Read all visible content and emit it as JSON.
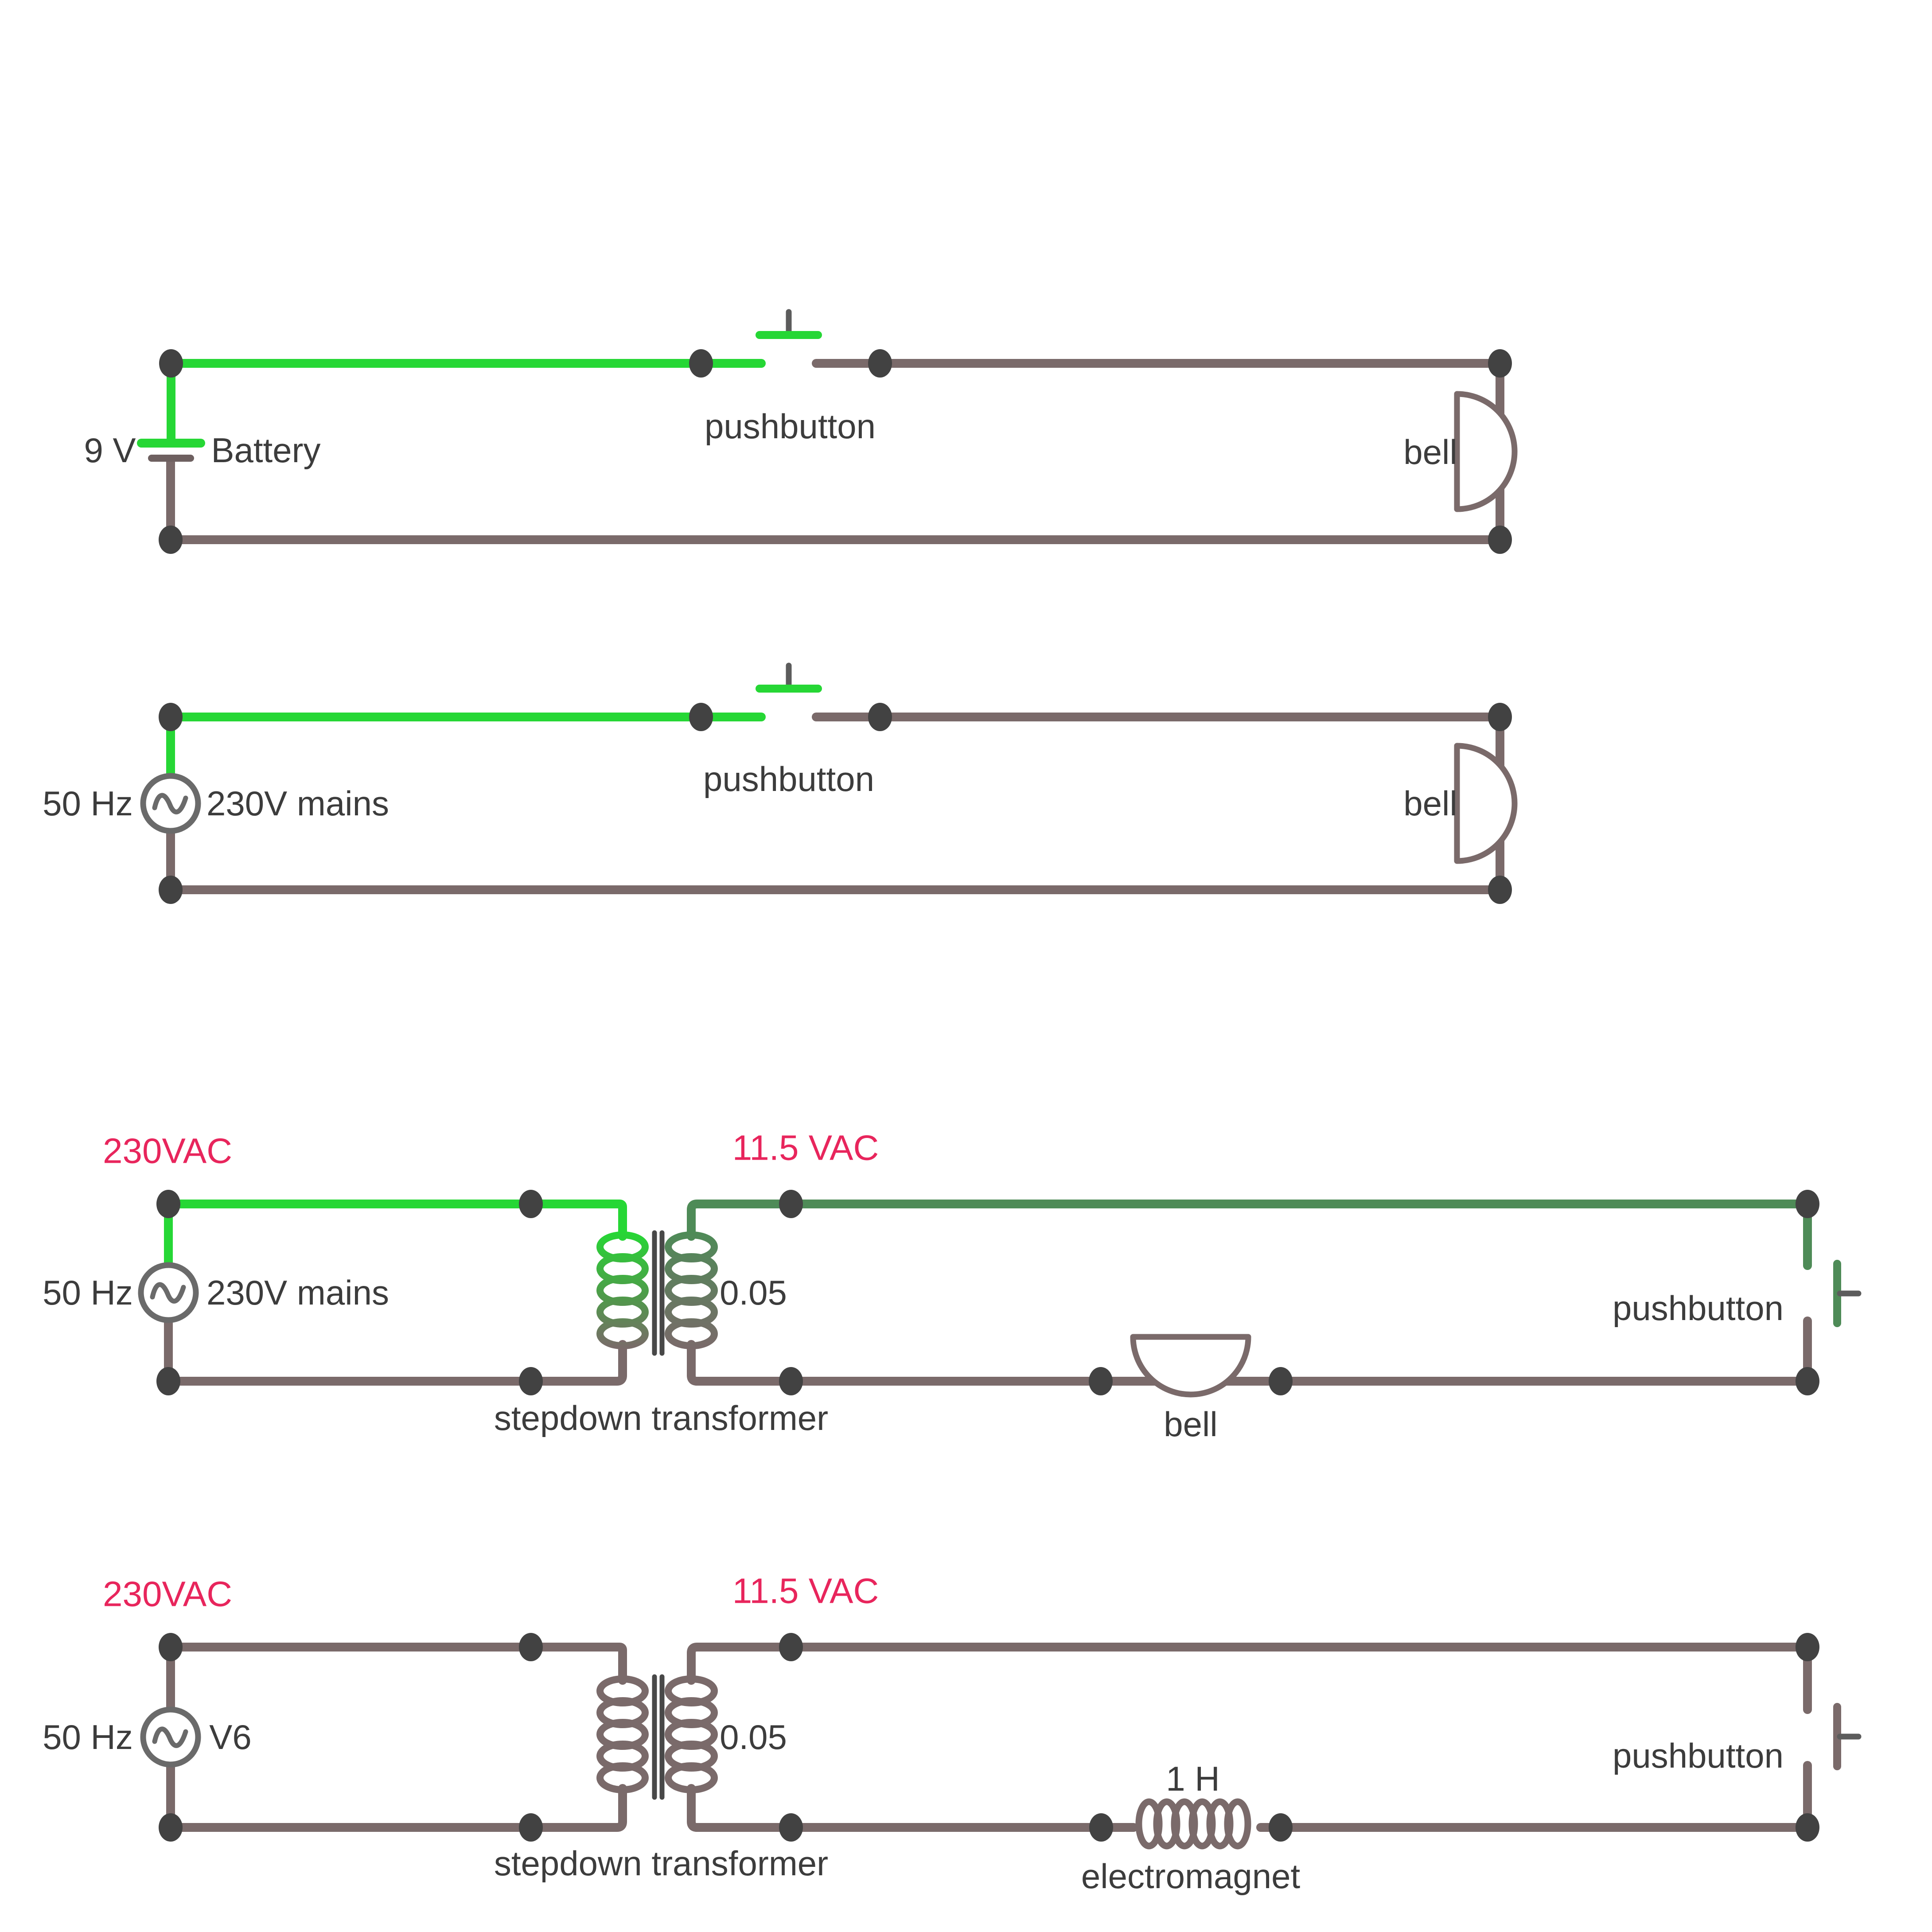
{
  "colors": {
    "background": "#ffffff",
    "wire": "#7a6a6a",
    "energized": "#26d735",
    "secondary_energized": "#4e8b57",
    "coil_blend": "#4f9a4a",
    "node": "#424242",
    "component": "#6a6a6a",
    "battery_plate": "#6e6060",
    "switch_stem": "#5c5c5c",
    "transformer_core": "#484848",
    "text": "#3c3c3c",
    "voltage_label": "#e8255c"
  },
  "circuits": [
    {
      "id": "battery-bell",
      "source_value": "9 V",
      "source_name": "Battery",
      "switch_label": "pushbutton",
      "load_label": "bell"
    },
    {
      "id": "mains-bell",
      "source_value": "50 Hz",
      "source_name": "230V mains",
      "switch_label": "pushbutton",
      "load_label": "bell"
    },
    {
      "id": "stepdown-transformer-bell",
      "primary_voltage": "230VAC",
      "secondary_voltage": "11.5 VAC",
      "source_value": "50 Hz",
      "source_name": "230V mains",
      "coupling": "0.05",
      "transformer_label": "stepdown transformer",
      "load_label": "bell",
      "switch_label": "pushbutton"
    },
    {
      "id": "stepdown-transformer-electromagnet",
      "primary_voltage": "230VAC",
      "secondary_voltage": "11.5 VAC",
      "source_value": "50 Hz",
      "source_name": "V6",
      "coupling": "0.05",
      "transformer_label": "stepdown transformer",
      "inductance": "1 H",
      "load_label": "electromagnet",
      "switch_label": "pushbutton"
    }
  ]
}
